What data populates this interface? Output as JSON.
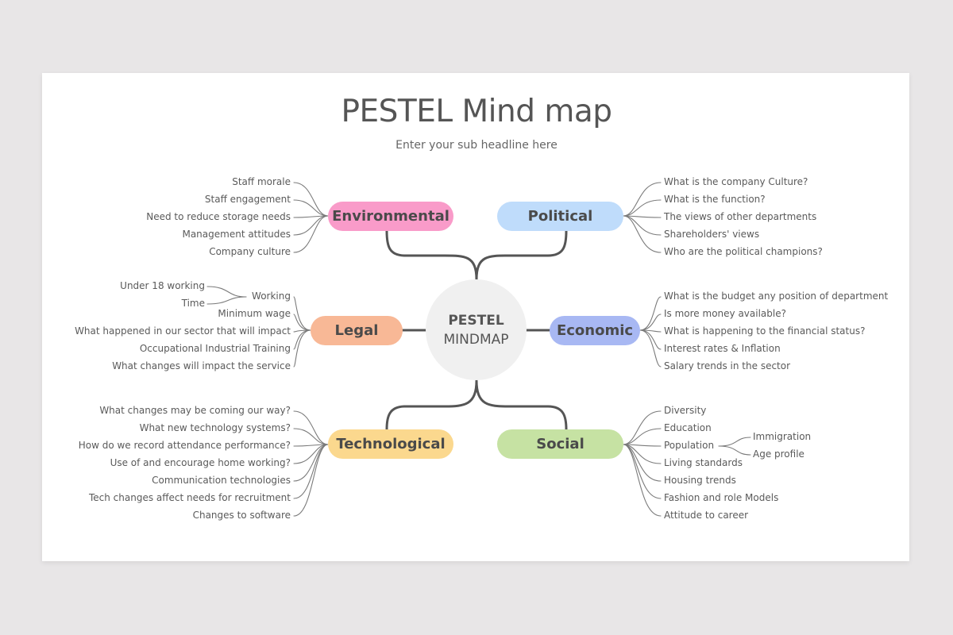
{
  "title": "PESTEL Mind map",
  "subtitle": "Enter your sub headline here",
  "center": {
    "line1": "PESTEL",
    "line2": "MINDMAP"
  },
  "colors": {
    "environmental": "#f99bc9",
    "political": "#bfdcfb",
    "legal": "#f8b896",
    "economic": "#a8b8f3",
    "technological": "#fbd88e",
    "social": "#c6e2a3",
    "connector": "#555555",
    "leaf_line": "#7a7a7a"
  },
  "branches": {
    "environmental": {
      "label": "Environmental",
      "items": [
        "Staff morale",
        "Staff engagement",
        "Need to reduce storage needs",
        "Management attitudes",
        "Company culture"
      ]
    },
    "political": {
      "label": "Political",
      "items": [
        "What is the company Culture?",
        "What is the function?",
        "The views of other departments",
        "Shareholders' views",
        "Who are the political champions?"
      ]
    },
    "legal": {
      "label": "Legal",
      "items": [
        "Working",
        "Minimum wage",
        "What happened in our sector that will impact",
        "Occupational Industrial Training",
        "What changes will impact the service"
      ],
      "sub": {
        "parent": "Working",
        "items": [
          "Under 18 working",
          "Time"
        ]
      }
    },
    "economic": {
      "label": "Economic",
      "items": [
        "What is the budget any position of department",
        "Is more money available?",
        "What is happening to the financial status?",
        "Interest rates & Inflation",
        "Salary trends in the sector"
      ]
    },
    "technological": {
      "label": "Technological",
      "items": [
        "What changes may be coming our way?",
        "What new technology systems?",
        "How do we record attendance performance?",
        "Use of and encourage home working?",
        "Communication technologies",
        "Tech changes affect needs for recruitment",
        "Changes to software"
      ]
    },
    "social": {
      "label": "Social",
      "items": [
        "Diversity",
        "Education",
        "Population",
        "Living standards",
        "Housing trends",
        "Fashion and role Models",
        "Attitude to career"
      ],
      "sub": {
        "parent": "Population",
        "items": [
          "Immigration",
          "Age profile"
        ]
      }
    }
  }
}
